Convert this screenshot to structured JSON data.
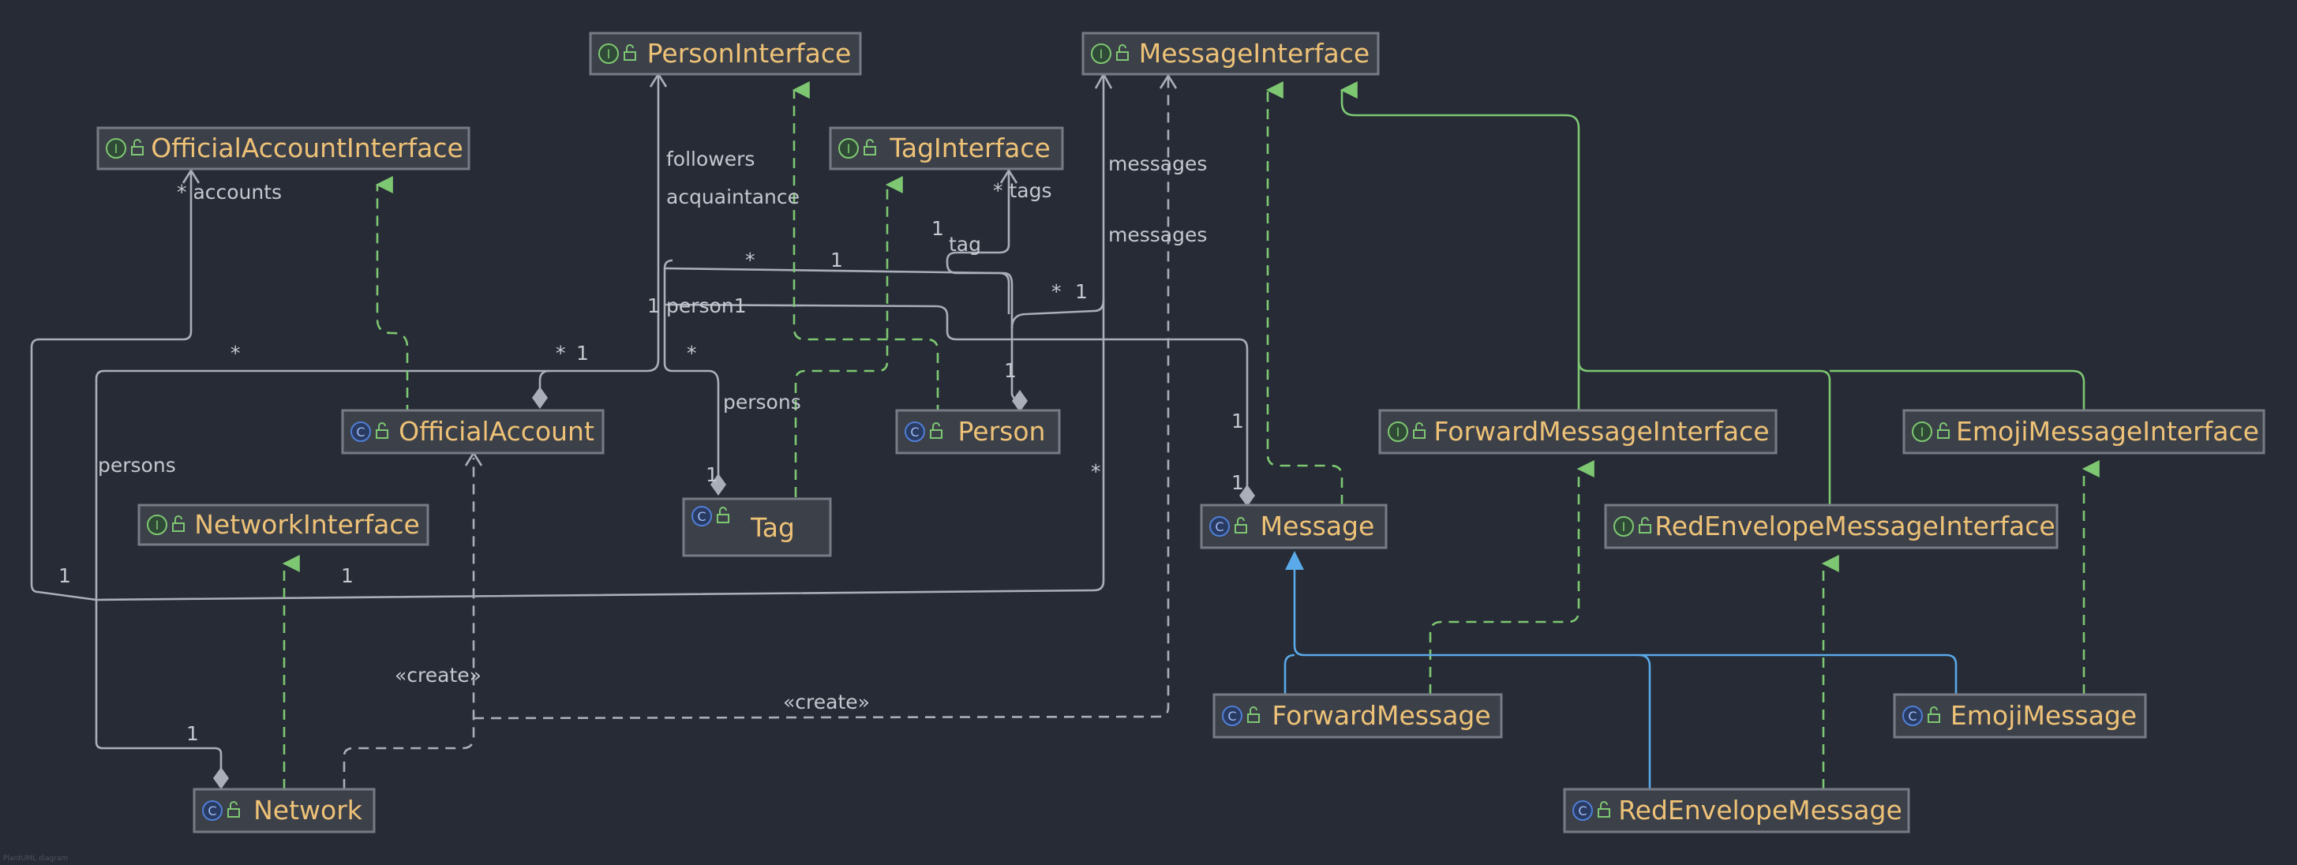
{
  "diagram": {
    "watermark": "PlantUML diagram"
  },
  "colors": {
    "background": "#262b35",
    "node_fill": "#3c4049",
    "node_border": "#767b85",
    "name_text": "#eec277",
    "association": "#a9aeb8",
    "realization": "#7ec772",
    "generalization": "#5aa9e8",
    "interface_badge": "#7ec772",
    "class_badge": "#4f7fd6"
  },
  "nodes": [
    {
      "id": "PersonInterface",
      "kind": "interface",
      "label": "PersonInterface"
    },
    {
      "id": "MessageInterface",
      "kind": "interface",
      "label": "MessageInterface"
    },
    {
      "id": "OfficialAccountInterface",
      "kind": "interface",
      "label": "OfficialAccountInterface"
    },
    {
      "id": "TagInterface",
      "kind": "interface",
      "label": "TagInterface"
    },
    {
      "id": "OfficialAccount",
      "kind": "class",
      "label": "OfficialAccount"
    },
    {
      "id": "Person",
      "kind": "class",
      "label": "Person"
    },
    {
      "id": "Tag",
      "kind": "class",
      "label": "Tag"
    },
    {
      "id": "NetworkInterface",
      "kind": "interface",
      "label": "NetworkInterface"
    },
    {
      "id": "Message",
      "kind": "class",
      "label": "Message"
    },
    {
      "id": "ForwardMessageInterface",
      "kind": "interface",
      "label": "ForwardMessageInterface"
    },
    {
      "id": "EmojiMessageInterface",
      "kind": "interface",
      "label": "EmojiMessageInterface"
    },
    {
      "id": "RedEnvelopeMessageInterface",
      "kind": "interface",
      "label": "RedEnvelopeMessageInterface"
    },
    {
      "id": "ForwardMessage",
      "kind": "class",
      "label": "ForwardMessage"
    },
    {
      "id": "EmojiMessage",
      "kind": "class",
      "label": "EmojiMessage"
    },
    {
      "id": "RedEnvelopeMessage",
      "kind": "class",
      "label": "RedEnvelopeMessage"
    },
    {
      "id": "Network",
      "kind": "class",
      "label": "Network"
    }
  ],
  "edge_labels": [
    {
      "id": "accounts",
      "text": "* accounts"
    },
    {
      "id": "followers",
      "text": "followers"
    },
    {
      "id": "acquaintance",
      "text": "acquaintance"
    },
    {
      "id": "tags",
      "text": "* tags"
    },
    {
      "id": "tag",
      "text": "tag"
    },
    {
      "id": "tag_mult",
      "text": "1"
    },
    {
      "id": "messages_1",
      "text": "messages"
    },
    {
      "id": "messages_2",
      "text": "messages"
    },
    {
      "id": "m_star_1",
      "text": "*"
    },
    {
      "id": "m_one_1",
      "text": "1"
    },
    {
      "id": "person1_one",
      "text": "1"
    },
    {
      "id": "person1",
      "text": "person1"
    },
    {
      "id": "m_star_2",
      "text": "*"
    },
    {
      "id": "m_one_2",
      "text": "1"
    },
    {
      "id": "acct_star",
      "text": "*"
    },
    {
      "id": "oa_star",
      "text": "*"
    },
    {
      "id": "oa_one",
      "text": "1"
    },
    {
      "id": "tag_star",
      "text": "*"
    },
    {
      "id": "persons_tag",
      "text": "persons"
    },
    {
      "id": "tag_one",
      "text": "1"
    },
    {
      "id": "person_one",
      "text": "1"
    },
    {
      "id": "msg_one_a",
      "text": "1"
    },
    {
      "id": "msg_one_b",
      "text": "1"
    },
    {
      "id": "msg_star",
      "text": "*"
    },
    {
      "id": "persons_net",
      "text": "persons"
    },
    {
      "id": "net_one_a",
      "text": "1"
    },
    {
      "id": "net_one_b",
      "text": "1"
    },
    {
      "id": "net_one_c",
      "text": "1"
    },
    {
      "id": "create_1",
      "text": "«create»"
    },
    {
      "id": "create_2",
      "text": "«create»"
    }
  ]
}
